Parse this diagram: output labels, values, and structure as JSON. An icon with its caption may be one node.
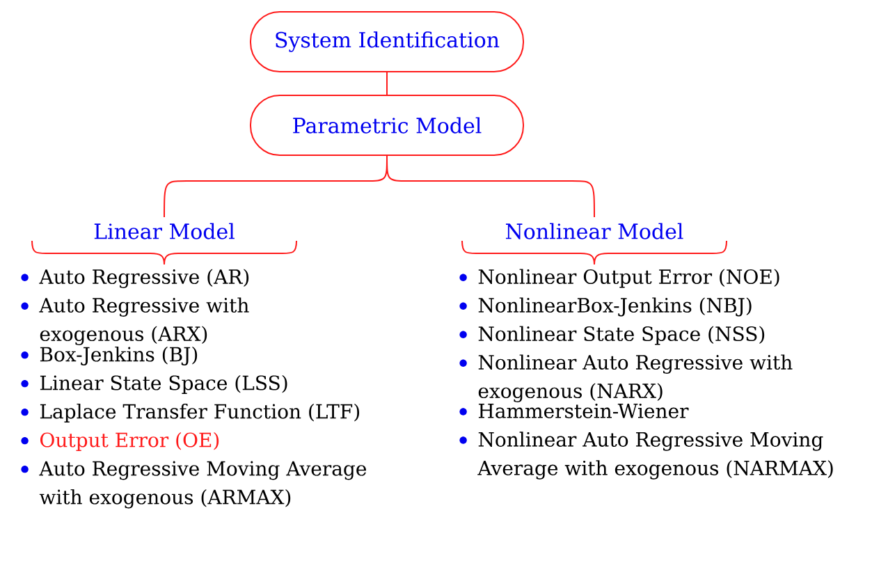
{
  "diagram": {
    "nodes": [
      {
        "text": [
          "System Identification"
        ]
      },
      {
        "text": [
          "Parametric Model"
        ]
      },
      {
        "text": [
          "Linear Model"
        ]
      },
      {
        "text": [
          "Nonlinear Model"
        ]
      },
      {
        "text": [
          "Auto Regressive (AR)",
          "Auto Regressive with exogenous (ARX)",
          "Box-Jenkins (BJ)",
          "Linear State Space (LSS)",
          "Laplace Transfer Function (LTF)",
          "Output Error (OE)",
          "Auto Regressive Moving Average with exogenous (ARMAX)"
        ]
      },
      {
        "text": [
          "Nonlinear Output Error (NOE)",
          "NonlinearBox-Jenkins (NBJ)",
          "Nonlinear State Space (NSS)",
          "Nonlinear Auto Regressive with exogenous (NARX)",
          "Hammerstein-Wiener",
          "Nonlinear Auto Regressive Moving Average with exogenous (NARMAX)"
        ]
      }
    ],
    "edges": [
      {
        "from": 0,
        "to": 1,
        "arrow": "none"
      },
      {
        "from": 1,
        "to": 2,
        "arrow": "none"
      },
      {
        "from": 1,
        "to": 3,
        "arrow": "none"
      }
    ]
  }
}
